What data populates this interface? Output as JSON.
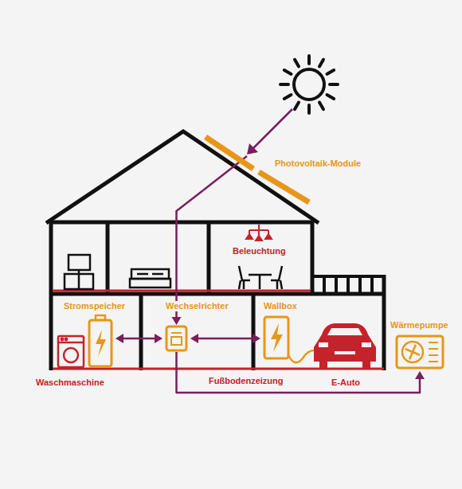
{
  "diagram": {
    "nodes": [
      {
        "text": [
          "Photovoltaik-Module"
        ]
      },
      {
        "text": [
          "Stromspeicher"
        ]
      },
      {
        "text": [
          "Wechselrichter"
        ]
      },
      {
        "text": [
          "Wallbox"
        ]
      },
      {
        "text": [
          "Wärmepumpe"
        ]
      }
    ],
    "edges": [
      {
        "from": 0,
        "to": 2,
        "arrow": "to"
      },
      {
        "from": 1,
        "to": 2,
        "arrow": "both"
      },
      {
        "from": 2,
        "to": 3,
        "arrow": "both"
      },
      {
        "from": 2,
        "to": 4,
        "arrow": "to"
      }
    ],
    "labels": [
      "Beleuchtung",
      "Waschmaschine",
      "Fußbodenzeizung",
      "E-Auto"
    ]
  }
}
